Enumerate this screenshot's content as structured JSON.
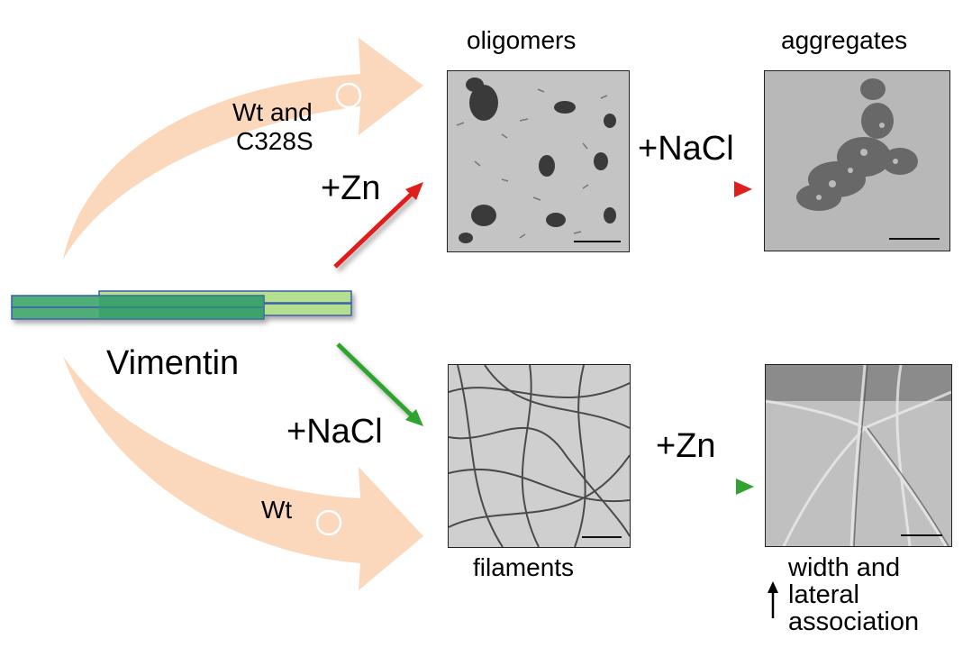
{
  "labels": {
    "oligomers": "oligomers",
    "aggregates": "aggregates",
    "filaments": "filaments",
    "width_line1": "width and",
    "width_line2": "lateral",
    "width_line3": "association",
    "vimentin": "Vimentin",
    "wt_c328s_line1": "Wt and",
    "wt_c328s_line2": "C328S",
    "wt": "Wt",
    "plus_zn_top": "+Zn",
    "plus_nacl_top": "+NaCl",
    "plus_nacl_bottom": "+NaCl",
    "plus_zn_bottom": "+Zn"
  },
  "colors": {
    "big_arrow": "#fbd7bb",
    "red_arrow": "#e01e1e",
    "green_arrow": "#2fa32f",
    "vimentin_light": "#b3df8f",
    "vimentin_dark": "#2f9a64",
    "vimentin_border": "#3a5fa8"
  },
  "images": {
    "oligomers": "electron-micrograph-oligomers",
    "aggregates": "electron-micrograph-aggregates",
    "filaments": "electron-micrograph-filaments",
    "bundled": "electron-micrograph-bundled-filaments"
  }
}
